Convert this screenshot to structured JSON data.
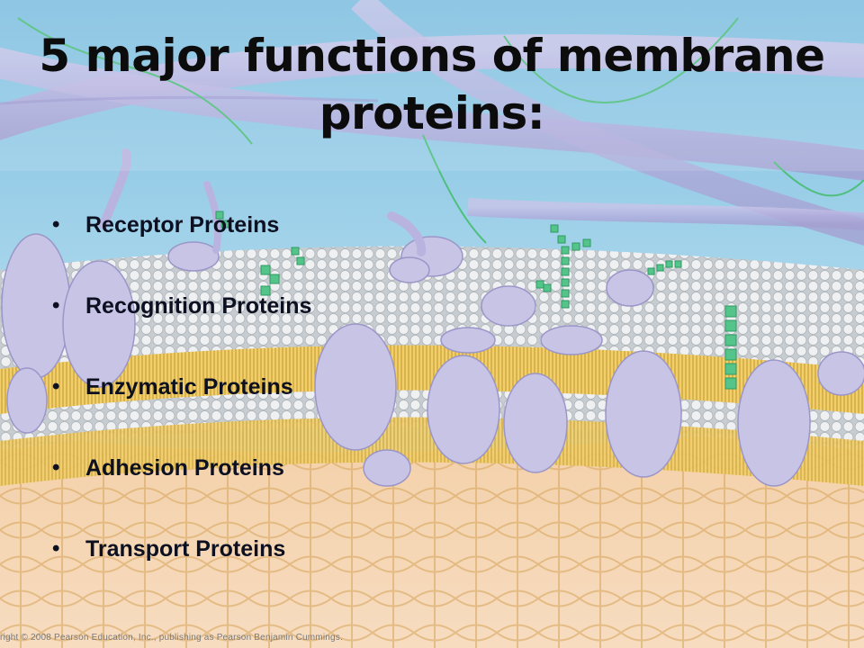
{
  "slide": {
    "title": "5 major functions of membrane proteins:",
    "bullets": [
      "Receptor Proteins",
      "Recognition Proteins",
      "Enzymatic Proteins",
      "Adhesion Proteins",
      "Transport Proteins"
    ],
    "credit": "right © 2008 Pearson Education, Inc., publishing as Pearson Benjamin Cummings."
  },
  "colors": {
    "sky": "#9fd0e8",
    "membrane_head": "#d8dcdf",
    "lipid_tail": "#e8c35e",
    "protein": "#c3bfe3",
    "carbohydrate": "#5cc38a",
    "cytoskeleton": "#e0b46e"
  }
}
